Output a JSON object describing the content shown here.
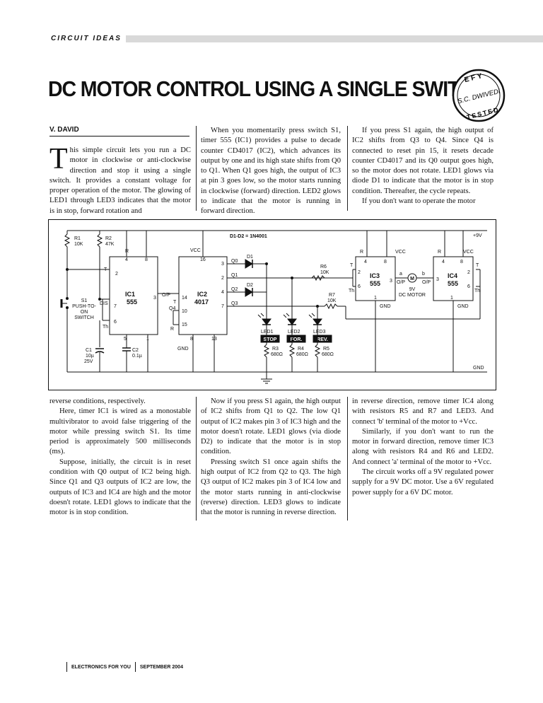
{
  "section_tag": "CIRCUIT IDEAS",
  "title": "DC MOTOR CONTROL USING A SINGLE SWITCH",
  "badge": {
    "top": "EFY",
    "middle": "S.C. DWIVEDI",
    "bottom": "TESTED"
  },
  "author": "V. DAVID",
  "col1_dropcap": "T",
  "col1_p1": "his simple circuit lets you run a DC motor in clockwise or anti-clockwise direction and stop it using a single switch. It provides a constant voltage for proper operation of the motor. The glowing of LED1 through LED3 indicates that the motor is in stop, forward rotation and",
  "col2_p1": "When you momentarily press switch S1, timer 555 (IC1) provides a pulse to decade counter CD4017 (IC2), which advances its output by one and its high state shifts from Q0 to Q1. When Q1 goes high, the output of IC3 at pin 3 goes low, so the motor starts running in clockwise (forward) direction. LED2 glows to indicate that the motor is running in forward direction.",
  "col3_p1": "If you press S1 again, the high output of IC2 shifts from Q3 to Q4. Since Q4 is connected to reset pin 15, it resets decade counter CD4017 and its Q0 output goes high, so the motor does not rotate. LED1 glows via diode D1 to indicate that the motor is in stop condition. Thereafter, the cycle repeats.",
  "col3_p2": "If you don't want to operate the motor",
  "col1b_p1": "reverse conditions, respectively.",
  "col1b_p2": "Here, timer IC1 is wired as a monostable multivibrator to avoid false triggering of the motor while pressing switch S1. Its time period is approximately 500 milliseconds (ms).",
  "col1b_p3": "Suppose, initially, the circuit is in reset condition with Q0 output of IC2 being high. Since Q1 and Q3 outputs of IC2 are low, the outputs of IC3 and IC4 are high and the motor doesn't rotate. LED1 glows to indicate that the motor is in stop condition.",
  "col2b_p1": "Now if you press S1 again, the high output of IC2 shifts from Q1 to Q2. The low Q1 output of IC2 makes pin 3 of IC3 high and the motor doesn't rotate. LED1 glows (via diode D2) to indicate that the motor is in stop condition.",
  "col2b_p2": "Pressing switch S1 once again shifts the high output of IC2 from Q2 to Q3. The high Q3 output of IC2 makes pin 3 of IC4 low and the motor starts running in anti-clockwise (reverse) direction. LED3 glows to indicate that the motor is running in reverse direction.",
  "col3b_p1": "in reverse direction, remove timer IC4 along with resistors R5 and R7 and LED3. And connect 'b' terminal of the motor to +Vcc.",
  "col3b_p2": "Similarly, if you don't want to run the motor in forward direction, remove timer IC3 along with resistors R4 and R6 and LED2. And connect 'a' terminal of the motor to +Vcc.",
  "col3b_p3": "The circuit works off a 9V regulated power supply for a 9V DC motor. Use a 6V regulated power supply for a 6V DC motor.",
  "footer_left": "ELECTRONICS FOR YOU",
  "footer_right": "SEPTEMBER 2004",
  "schematic": {
    "r1": "R1",
    "r1_val": "10K",
    "r2": "R2",
    "r2_val": "47K",
    "s1": "S1",
    "s1_desc1": "PUSH-TO-",
    "s1_desc2": "ON",
    "s1_desc3": "SWITCH",
    "c1": "C1",
    "c1_val1": "10µ",
    "c1_val2": "25V",
    "c2": "C2",
    "c2_val": "0.1µ",
    "ic1": "IC1",
    "ic1_type": "555",
    "ic2": "IC2",
    "ic2_type": "4017",
    "ic3": "IC3",
    "ic3_type": "555",
    "ic4": "IC4",
    "ic4_type": "555",
    "diodes_note": "D1-D2 = 1N4001",
    "d1": "D1",
    "d2": "D2",
    "r6": "R6",
    "r6_val": "10K",
    "r7": "R7",
    "r7_val": "10K",
    "led1": "LED1",
    "led2": "LED2",
    "led3": "LED3",
    "stop": "STOP",
    "for": "FOR.",
    "rev": "REV.",
    "r3": "R3",
    "r3_val": "680Ω",
    "r4": "R4",
    "r4_val": "680Ω",
    "r5": "R5",
    "r5_val": "680Ω",
    "motor": "M",
    "motor_label1": "9V",
    "motor_label2": "DC MOTOR",
    "term_a": "a",
    "term_b": "b",
    "vplus": "+9V",
    "gnd": "GND",
    "vcc": "VCC",
    "op": "O/P",
    "q0": "Q0",
    "q1": "Q1",
    "q2": "Q2",
    "q3": "Q3",
    "q4": "Q4",
    "pin_r": "R",
    "pin_t": "T",
    "pin_th": "Th",
    "pin_dis": "DIS",
    "p1": "1",
    "p2": "2",
    "p3": "3",
    "p4": "4",
    "p5": "5",
    "p6": "6",
    "p7": "7",
    "p8": "8",
    "p10": "10",
    "p13": "13",
    "p14": "14",
    "p15": "15",
    "p16": "16"
  }
}
